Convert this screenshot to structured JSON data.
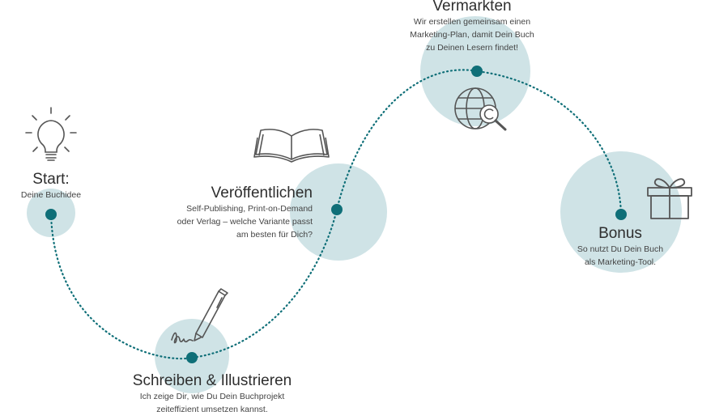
{
  "colors": {
    "circle_fill": "#cfe3e6",
    "dot": "#0f6f78",
    "path": "#0f6f78",
    "icon": "#555555"
  },
  "steps": [
    {
      "id": "start",
      "title": "Start:",
      "desc": [
        "Deine Buchidee"
      ],
      "icon": "lightbulb-icon"
    },
    {
      "id": "schreiben",
      "title": "Schreiben & Illustrieren",
      "desc": [
        "Ich zeige Dir, wie Du Dein Buchprojekt",
        "zeiteffizient umsetzen kannst."
      ],
      "icon": "pen-signature-icon"
    },
    {
      "id": "veroeffentlichen",
      "title": "Veröffentlichen",
      "desc": [
        "Self-Publishing, Print-on-Demand",
        "oder Verlag – welche Variante passt",
        "am besten für Dich?"
      ],
      "icon": "open-book-icon"
    },
    {
      "id": "vermarkten",
      "title": "Vermarkten",
      "desc": [
        "Wir erstellen gemeinsam einen",
        "Marketing-Plan, damit Dein Buch",
        "zu Deinen Lesern findet!"
      ],
      "icon": "globe-copyright-icon"
    },
    {
      "id": "bonus",
      "title": "Bonus",
      "desc": [
        "So nutzt Du Dein Buch",
        "als Marketing-Tool."
      ],
      "icon": "gift-icon"
    }
  ]
}
